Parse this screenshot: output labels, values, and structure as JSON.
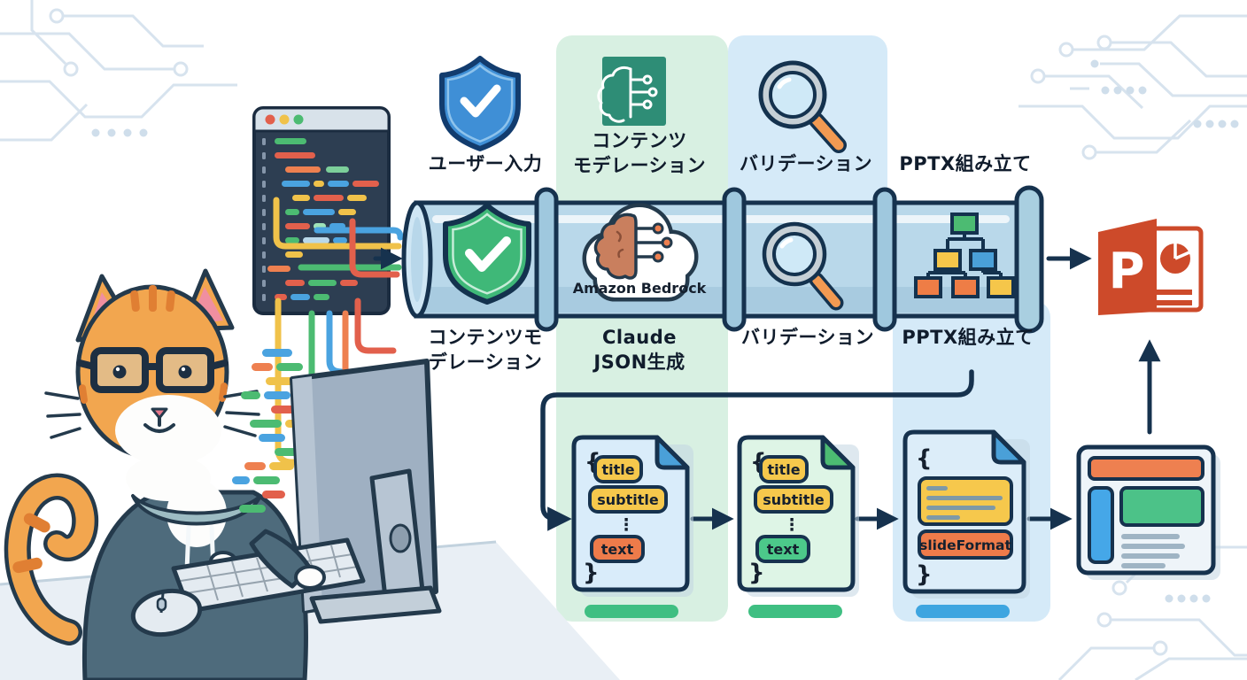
{
  "diagram": {
    "stage_labels_top": [
      "ユーザー入力",
      "コンテンツ\nモデレーション",
      "バリデーション",
      "PPTX組み立て"
    ],
    "stage_labels_bottom": [
      "コンテンツモ\nデレーション",
      "Claude\nJSON生成",
      "バリデーション",
      "PPTX組み立て"
    ],
    "bedrock_label": "Amazon Bedrock",
    "powerpoint_letter": "P"
  },
  "json_docs": {
    "brace_open": "{",
    "brace_close": "}",
    "ellipsis": "⋮",
    "doc1_fields": [
      "title",
      "subtitle",
      "text"
    ],
    "doc2_fields": [
      "title",
      "subtitle",
      "text"
    ],
    "doc3_field": "slideFormat"
  },
  "colors": {
    "accent_green": "#3fbf82",
    "accent_blue": "#3ea5e0",
    "accent_orange": "#ee7b4a",
    "accent_yellow": "#f6c84c",
    "outline_navy": "#16324e",
    "band_green": "#d8f0e2",
    "band_blue": "#d5eaf8",
    "powerpoint_red": "#cd4a2a"
  }
}
